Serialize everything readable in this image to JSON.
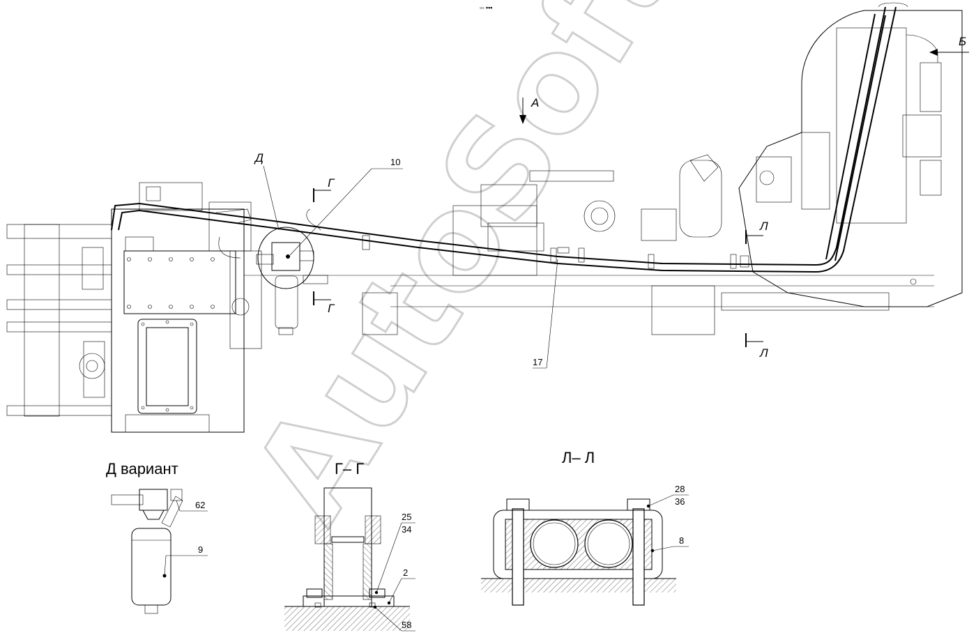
{
  "header_mark": "▫▫ ▪▪▪",
  "watermark": "AutoSoft",
  "view_labels": {
    "view_a": "А",
    "view_b": "Б",
    "section_g_top": "Г",
    "section_g_bottom": "Г",
    "section_l_top": "Л",
    "section_l_bottom": "Л",
    "detail_d": "Д"
  },
  "callouts": {
    "c10": "10",
    "c17": "17",
    "c62": "62",
    "c9": "9",
    "c25": "25",
    "c34": "34",
    "c2": "2",
    "c58": "58",
    "c28": "28",
    "c36": "36",
    "c8": "8"
  },
  "section_titles": {
    "d_variant": "Д  вариант",
    "g_g": "Г– Г",
    "l_l": "Л– Л"
  }
}
